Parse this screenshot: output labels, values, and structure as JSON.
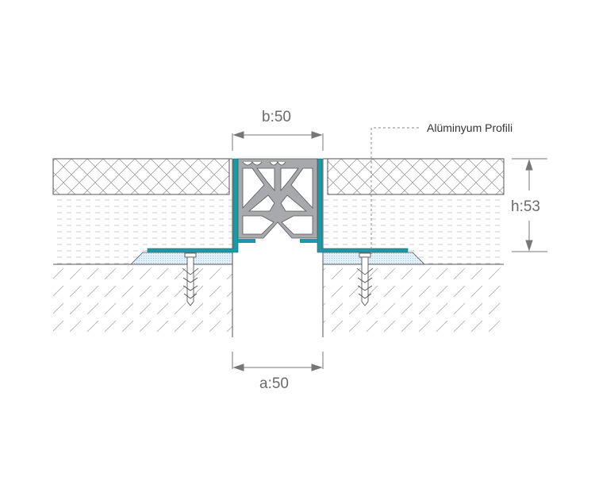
{
  "labels": {
    "top_width": "b:50",
    "gap_width": "a:50",
    "height": "h:53",
    "profile_callout": "Alüminyum Profili"
  },
  "colors": {
    "profile": "#1a9aa5",
    "insert": "#a7a9ac",
    "line": "#555555",
    "bedding": "#d6e9f7"
  }
}
